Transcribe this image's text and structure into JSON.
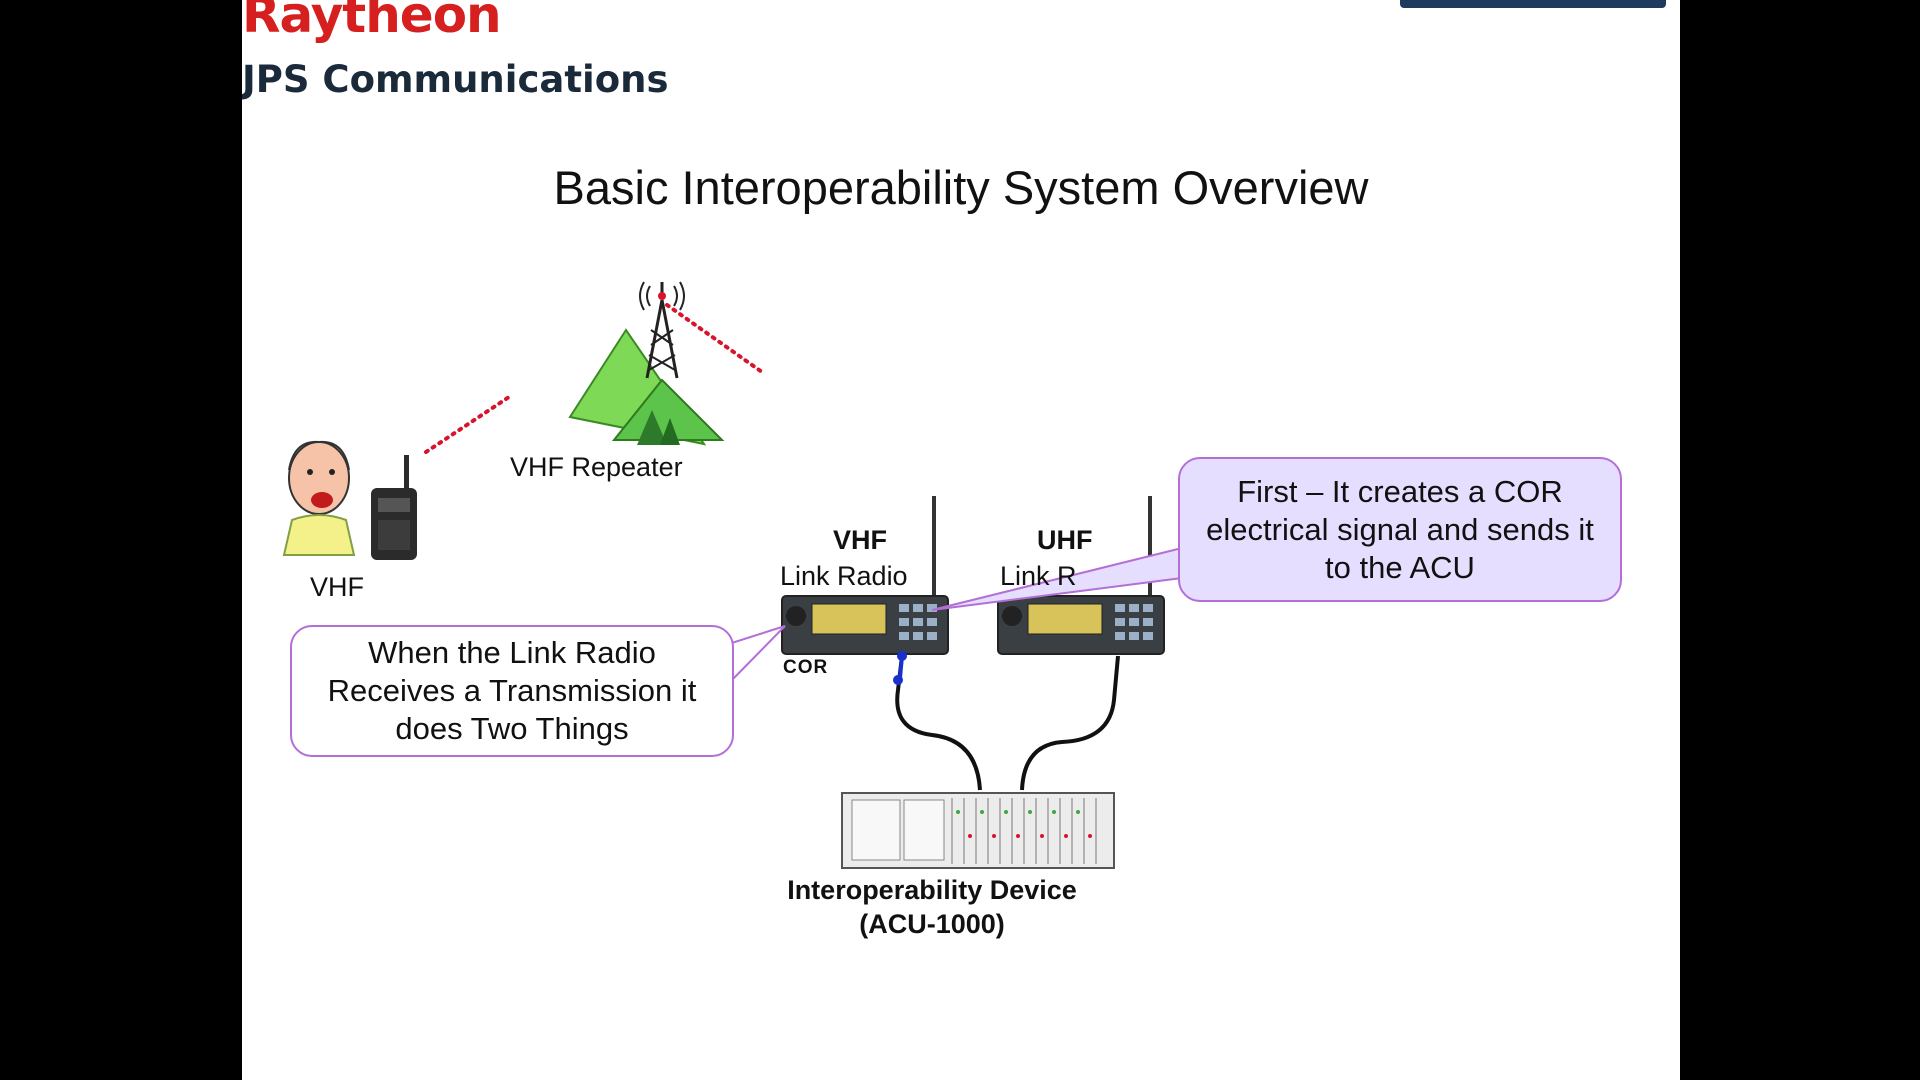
{
  "header": {
    "brand": "Raytheon",
    "subtitle": "JPS Communications"
  },
  "slide": {
    "title": "Basic Interoperability System Overview"
  },
  "diagram": {
    "handheld_label": "VHF",
    "repeater_label": "VHF Repeater",
    "vhf_radio_band": "VHF",
    "vhf_radio_name": "Link Radio",
    "uhf_radio_band": "UHF",
    "uhf_radio_name": "Link R",
    "cor_label": "COR",
    "device_name": "Interoperability Device",
    "device_model": "(ACU-1000)"
  },
  "callouts": {
    "left_text": "When the Link Radio Receives a Transmission it does Two Things",
    "right_text": "First – It creates a COR electrical signal and sends it to the ACU"
  },
  "colors": {
    "brand_red": "#d6201f",
    "callout_border": "#b46fd6",
    "callout_fill": "#e6deff",
    "signal_dots": "#d9132b",
    "cor_line": "#1a2fcf"
  }
}
